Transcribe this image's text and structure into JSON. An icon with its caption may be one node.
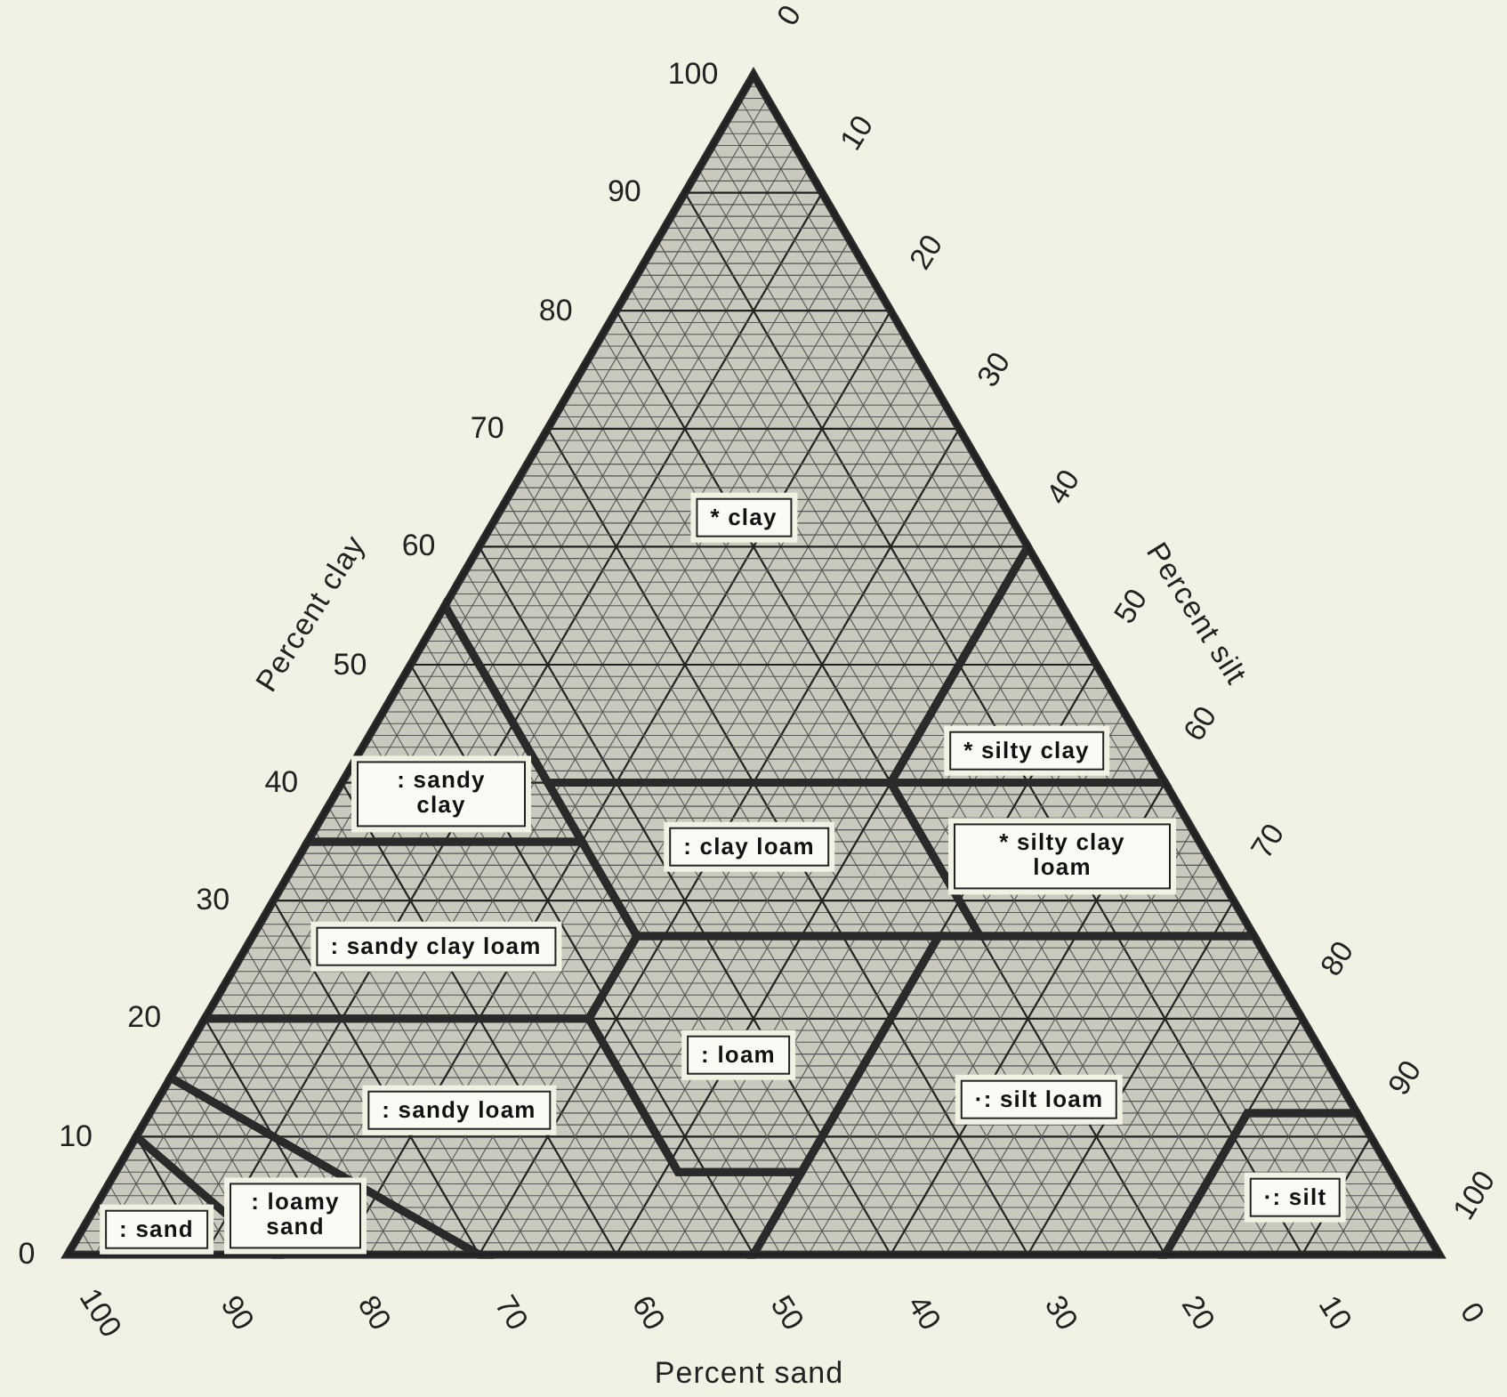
{
  "diagram": {
    "nodes": [
      {
        "text": [
          "* clay"
        ]
      },
      {
        "text": [
          ": sandy clay"
        ]
      },
      {
        "text": [
          "* silty clay"
        ]
      },
      {
        "text": [
          ": clay loam"
        ]
      },
      {
        "text": [
          "* silty clay loam"
        ]
      },
      {
        "text": [
          ": sandy clay loam"
        ]
      },
      {
        "text": [
          ": loam"
        ]
      },
      {
        "text": [
          ": sandy loam"
        ]
      },
      {
        "text": [
          "·: silt loam"
        ]
      },
      {
        "text": [
          "·: silt"
        ]
      },
      {
        "text": [
          ": loamy sand"
        ]
      },
      {
        "text": [
          ": sand"
        ]
      }
    ],
    "labels": [
      "100",
      "90",
      "80",
      "70",
      "60",
      "50",
      "40",
      "30",
      "20",
      "10",
      "0",
      "Percent clay",
      "0",
      "10",
      "20",
      "30",
      "40",
      "50",
      "60",
      "70",
      "80",
      "90",
      "100",
      "Percent silt",
      "100",
      "90",
      "80",
      "70",
      "60",
      "50",
      "40",
      "30",
      "20",
      "10",
      "0",
      "Percent sand"
    ]
  }
}
